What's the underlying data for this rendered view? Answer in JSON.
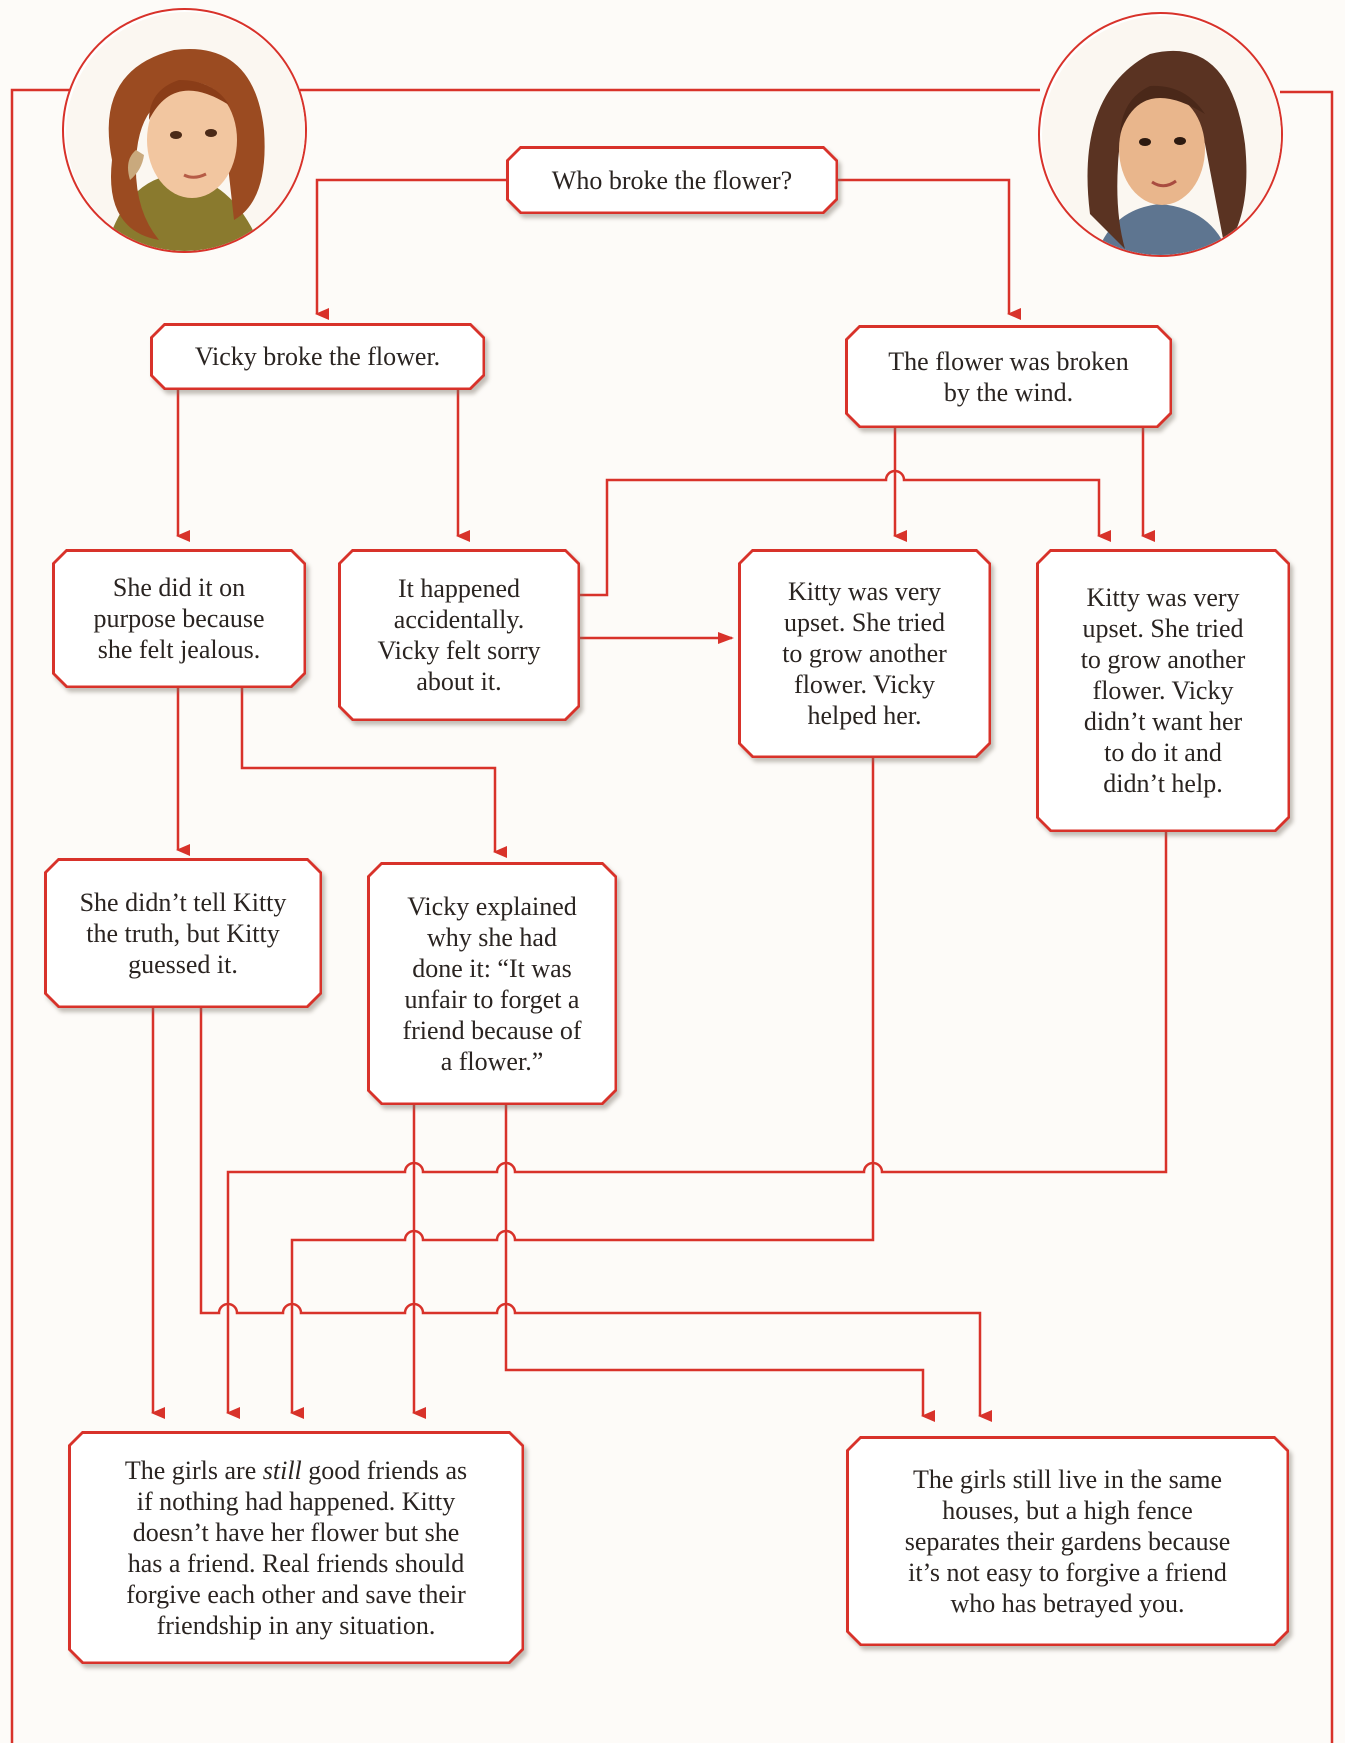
{
  "nodes": {
    "question": "Who broke the flower?",
    "vicky_broke": "Vicky broke the flower.",
    "wind": "The flower was broken\nby the wind.",
    "on_purpose": "She did it on\npurpose because\nshe felt jealous.",
    "accident": "It happened\naccidentally.\nVicky felt sorry\nabout it.",
    "kitty_helped": "Kitty was very\nupset. She tried\nto grow another\nflower. Vicky\nhelped her.",
    "kitty_no_help": "Kitty was very\nupset. She tried\nto grow another\nflower. Vicky\ndidn’t want her\nto do it and\ndidn’t help.",
    "didnt_tell": "She didn’t tell Kitty\nthe truth, but Kitty\nguessed it.",
    "explained": "Vicky explained\nwhy she had\ndone it: “It was\nunfair to forget a\nfriend because of\na flower.”",
    "good_friends_pre": "The girls are ",
    "good_friends_em": "still",
    "good_friends_post": " good friends as\nif nothing had happened. Kitty\ndoesn’t have her flower but she\nhas a friend. Real friends should\nforgive each other and save their\nfriendship in any situation.",
    "fence": "The girls still live in the same\nhouses, but a high fence\nseparates their gardens because\nit’s not easy to forgive a friend\nwho has betrayed you."
  },
  "colors": {
    "line": "#d8322a",
    "text": "#2a2421"
  }
}
